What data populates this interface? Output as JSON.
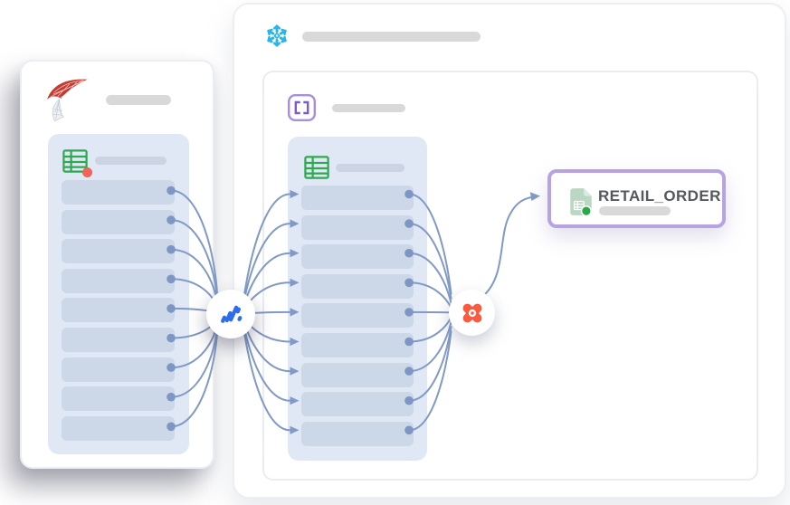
{
  "diagram": {
    "source_card": {
      "logo": "sql-server-icon",
      "title_placeholder": "",
      "table": {
        "icon": "table-grid-icon",
        "status": "red-dot",
        "field_count": 9,
        "title_placeholder": ""
      }
    },
    "warehouse_card": {
      "logo": "snowflake-icon",
      "title_placeholder": "",
      "schema": {
        "icon": "json-brackets-icon",
        "title_placeholder": ""
      },
      "table": {
        "icon": "table-grid-icon",
        "field_count": 9,
        "title_placeholder": ""
      }
    },
    "connectors": {
      "ingest_hub_icon": "fivetran-stripes-icon",
      "transform_hub_icon": "dbt-icon"
    },
    "output_node": {
      "icon": "document-table-icon",
      "label": "RETAIL_ORDER",
      "status": "green-dot",
      "subtitle_placeholder": ""
    }
  },
  "colors": {
    "snowflake_blue": "#29b5e8",
    "sql_server_red": "#c43b31",
    "ingest_blue": "#2b6cf0",
    "dbt_orange": "#fa5b40",
    "schema_purple": "#8a63cc",
    "table_green": "#2fa84f",
    "output_border_purple": "#b7a3e2",
    "edge_blue": "#8199c6",
    "panel_blue": "#dfe8f4",
    "row_blue": "#ccd7e8",
    "placeholder_gray": "#d9d9d9",
    "status_red": "#f1635a",
    "status_green": "#2ba84a"
  }
}
